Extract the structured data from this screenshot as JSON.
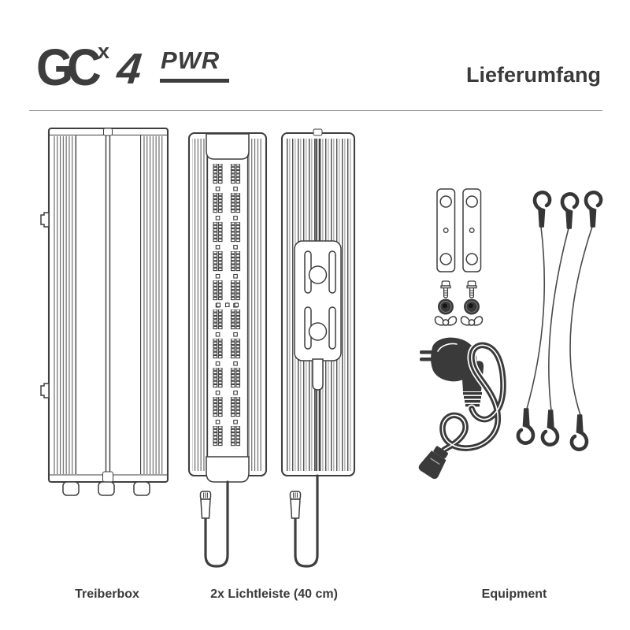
{
  "header": {
    "logo": {
      "gc": "GC",
      "sup": "x",
      "four": "4",
      "pwr": "PWR"
    },
    "title": "Lieferumfang"
  },
  "items": [
    {
      "id": "treiberbox",
      "label": "Treiberbox"
    },
    {
      "id": "lichtleiste",
      "label": "2x Lichtleiste (40 cm)"
    },
    {
      "id": "equipment",
      "label": "Equipment"
    }
  ],
  "colors": {
    "line": "#3f3f3f",
    "dark_fill": "#3a3a3a",
    "fin": "#5f5f5f",
    "divider": "#8c8c8c",
    "background": "#ffffff"
  }
}
